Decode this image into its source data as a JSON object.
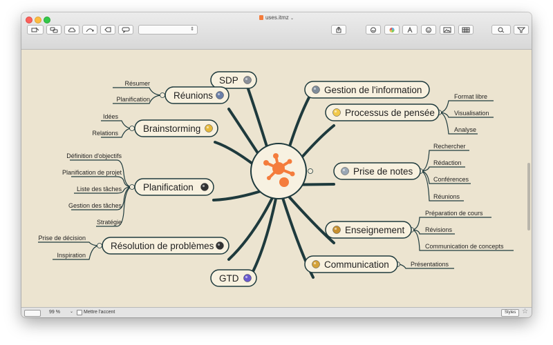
{
  "window": {
    "title": "uses.itmz"
  },
  "toolbar": {
    "buttons": [
      "new-topic-icon",
      "add-child-icon",
      "cloud-icon",
      "relation-icon",
      "callout-icon",
      "comment-icon",
      "share-icon",
      "emoji-icon",
      "color-wheel-icon",
      "font-icon",
      "smiley-icon",
      "image-icon",
      "table-icon",
      "search-icon",
      "filter-icon"
    ]
  },
  "mindmap": {
    "center": "iThoughts logo",
    "branches": {
      "sdp": {
        "label": "SDP",
        "icon": "gear-icon"
      },
      "reunions": {
        "label": "Réunions",
        "icon": "people-icon",
        "children": [
          "Résumer",
          "Planification"
        ]
      },
      "brainstorming": {
        "label": "Brainstorming",
        "icon": "pencil-icon",
        "children": [
          "Idées",
          "Relations"
        ]
      },
      "planification": {
        "label": "Planification",
        "icon": "checkered-flag-icon",
        "children": [
          "Définition d'objectifs",
          "Planification de projet",
          "Liste des tâches",
          "Gestion des tâches",
          "Stratégie"
        ]
      },
      "resolution": {
        "label": "Résolution de problèmes",
        "icon": "bomb-icon",
        "children": [
          "Prise de décision",
          "Inspiration"
        ]
      },
      "gtd": {
        "label": "GTD",
        "icon": "shield-icon"
      },
      "gestion": {
        "label": "Gestion de l'information",
        "icon": "database-icon"
      },
      "processus": {
        "label": "Processus de pensée",
        "icon": "lightbulb-icon",
        "children": [
          "Format libre",
          "Visualisation",
          "Analyse"
        ]
      },
      "prise_notes": {
        "label": "Prise de notes",
        "icon": "envelope-icon",
        "children": [
          "Rechercher",
          "Rédaction",
          "Conférences",
          "Réunions"
        ]
      },
      "enseignement": {
        "label": "Enseignement",
        "icon": "broom-icon",
        "children": [
          "Préparation de cours",
          "Révisions",
          "Communication de concepts"
        ]
      },
      "communication": {
        "label": "Communication",
        "icon": "key-icon",
        "children": [
          "Présentations"
        ]
      }
    }
  },
  "statusbar": {
    "zoom": "99 %",
    "accent_label": "Mettre l'accent",
    "styles_label": "Styles"
  },
  "colors": {
    "line": "#1e3a3d",
    "background": "#ece4d0",
    "pill": "#f8f1df",
    "logo": "#f47c3c"
  }
}
